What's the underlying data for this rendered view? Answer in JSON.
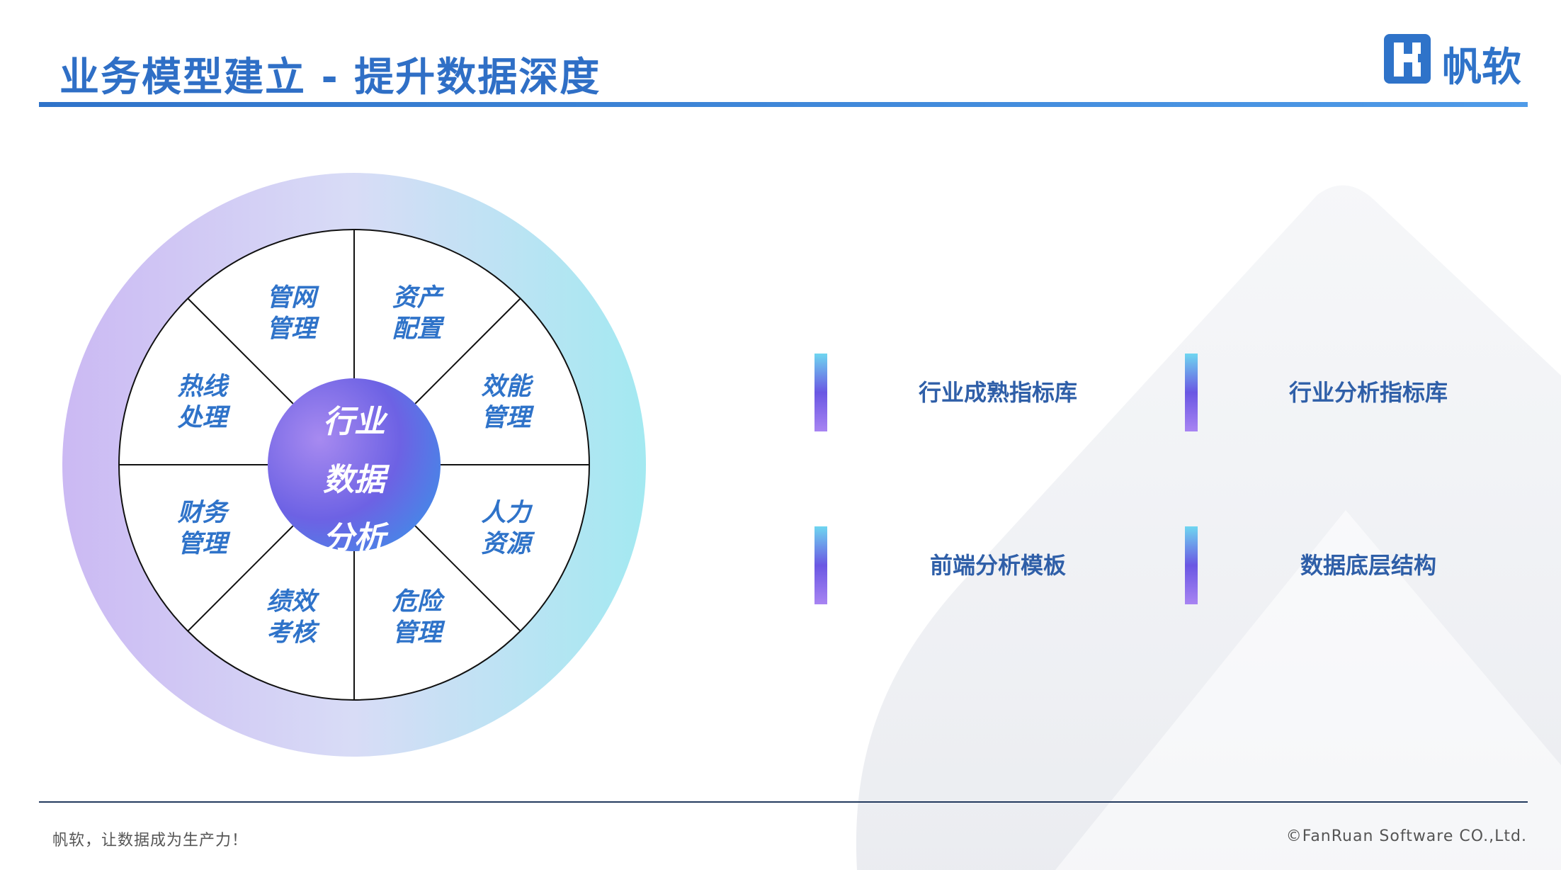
{
  "header": {
    "title": "业务模型建立 - 提升数据深度",
    "logo_text": "帆软"
  },
  "wheel": {
    "center": [
      "行业",
      "数据",
      "分析"
    ],
    "segments": [
      [
        "资产",
        "配置"
      ],
      [
        "效能",
        "管理"
      ],
      [
        "人力",
        "资源"
      ],
      [
        "危险",
        "管理"
      ],
      [
        "绩效",
        "考核"
      ],
      [
        "财务",
        "管理"
      ],
      [
        "热线",
        "处理"
      ],
      [
        "管网",
        "管理"
      ]
    ]
  },
  "cards": [
    {
      "label": "行业成熟指标库"
    },
    {
      "label": "行业分析指标库"
    },
    {
      "label": "前端分析模板"
    },
    {
      "label": "数据底层结构"
    }
  ],
  "footer": {
    "slogan": "帆软，让数据成为生产力！",
    "copyright": "©FanRuan Software CO.,Ltd."
  },
  "colors": {
    "brand": "#2f73c9",
    "ring_start": "#c9b8f2",
    "ring_end": "#a5e9f1",
    "hub_start": "#9b7be8",
    "hub_end": "#4a7be3"
  }
}
